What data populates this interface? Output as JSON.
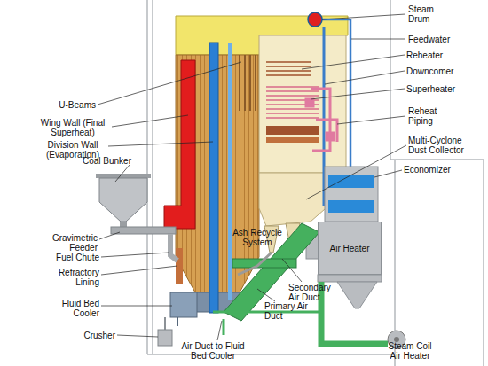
{
  "diagram": {
    "nodes": [
      {
        "text": [
          "Air Heater"
        ]
      }
    ],
    "labels": [
      "Steam Drum",
      "Feedwater",
      "Reheater",
      "Downcomer",
      "Superheater",
      "Reheat Piping",
      "Multi-Cyclone Dust Collector",
      "Economizer",
      "U-Beams",
      "Wing Wall (Final Superheat)",
      "Division Wall (Evaporation)",
      "Coal Bunker",
      "Gravimetric Feeder",
      "Fuel Chute",
      "Refractory Lining",
      "Fluid Bed Cooler",
      "Crusher",
      "Ash Recycle System",
      "Secondary Air Duct",
      "Primary Air Duct",
      "Air Duct to Fluid Bed Cooler",
      "Steam Coil Air Heater"
    ]
  }
}
